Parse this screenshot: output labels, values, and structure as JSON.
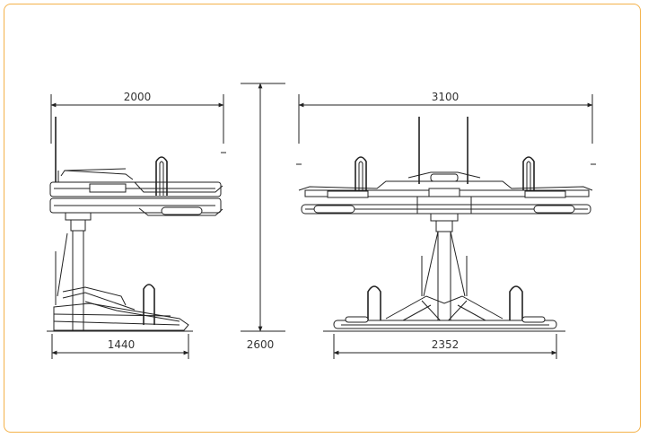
{
  "frame": {
    "border_color": "#f4b24a"
  },
  "dimensions": {
    "side_top_width": "2000",
    "side_base_width": "1440",
    "height": "2600",
    "front_top_width": "3100",
    "front_base_width": "2352"
  }
}
